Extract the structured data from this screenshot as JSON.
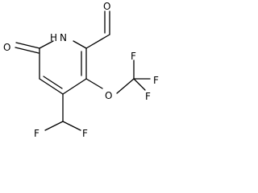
{
  "molecule": {
    "atoms": [
      {
        "id": "o_ketone",
        "label": "O"
      },
      {
        "id": "n_ring",
        "label": "N"
      },
      {
        "id": "h_ring",
        "label": "H"
      },
      {
        "id": "o_aldehyde",
        "label": "O"
      },
      {
        "id": "o_ether",
        "label": "O"
      },
      {
        "id": "f_cf3_top",
        "label": "F"
      },
      {
        "id": "f_cf3_right",
        "label": "F"
      },
      {
        "id": "f_cf3_bottom",
        "label": "F"
      },
      {
        "id": "f_chf2_left",
        "label": "F"
      },
      {
        "id": "f_chf2_right",
        "label": "F"
      }
    ]
  }
}
